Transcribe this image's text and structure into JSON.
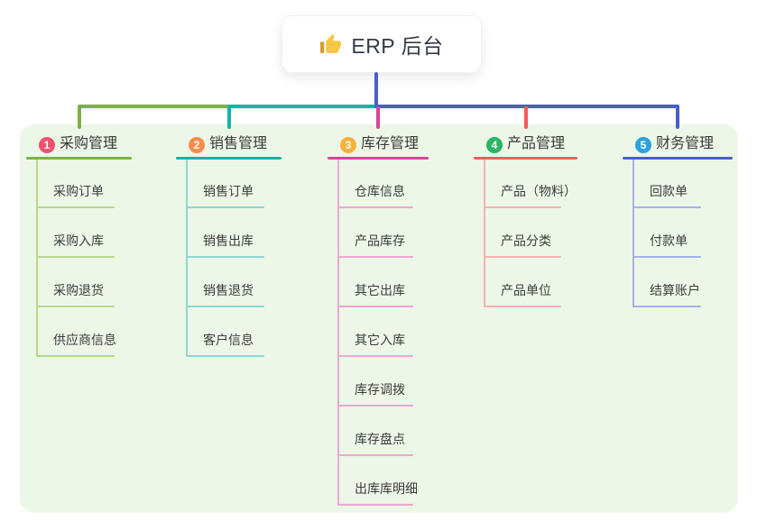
{
  "root": {
    "title": "ERP 后台",
    "icon": "thumbs-up"
  },
  "connector": {
    "root_line_color": "#4a5fc8"
  },
  "panel_color": "#ecf7e8",
  "branches": [
    {
      "badge": "1",
      "title": "采购管理",
      "color": "#7cb342",
      "light_color": "#b7d98d",
      "badge_color": "#f4516c",
      "items": [
        "采购订单",
        "采购入库",
        "采购退货",
        "供应商信息"
      ]
    },
    {
      "badge": "2",
      "title": "销售管理",
      "color": "#16b3a6",
      "light_color": "#8ed7cf",
      "badge_color": "#f98c4c",
      "items": [
        "销售订单",
        "销售出库",
        "销售退货",
        "客户信息"
      ]
    },
    {
      "badge": "3",
      "title": "库存管理",
      "color": "#d6459b",
      "light_color": "#f0a6d0",
      "badge_color": "#fbb03b",
      "items": [
        "仓库信息",
        "产品库存",
        "其它出库",
        "其它入库",
        "库存调拨",
        "库存盘点",
        "出库库明细"
      ]
    },
    {
      "badge": "4",
      "title": "产品管理",
      "color": "#f25c5c",
      "light_color": "#f9b0b0",
      "badge_color": "#28b566",
      "items": [
        "产品（物料）",
        "产品分类",
        "产品单位"
      ]
    },
    {
      "badge": "5",
      "title": "财务管理",
      "color": "#4a5fc8",
      "light_color": "#a4b2e8",
      "badge_color": "#2ba3dc",
      "items": [
        "回款单",
        "付款单",
        "结算账户"
      ]
    }
  ]
}
